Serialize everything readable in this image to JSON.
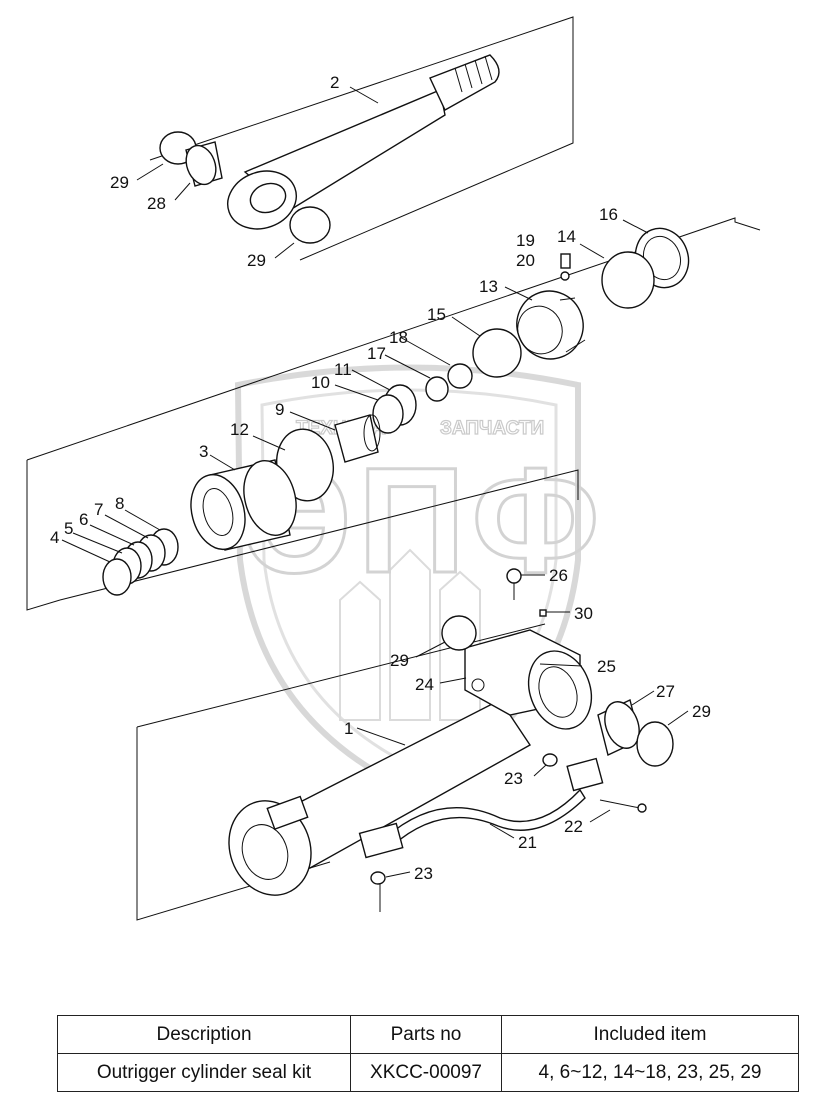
{
  "watermark": {
    "logo_text": "ЭПФ",
    "left_text": "ТЕХНИКА",
    "right_text": "ЗАПЧАСТИ"
  },
  "callouts": [
    "2",
    "29",
    "28",
    "29",
    "16",
    "19",
    "14",
    "20",
    "13",
    "15",
    "18",
    "17",
    "11",
    "10",
    "9",
    "12",
    "3",
    "8",
    "7",
    "6",
    "5",
    "4",
    "26",
    "30",
    "29",
    "25",
    "24",
    "27",
    "29",
    "1",
    "23",
    "22",
    "21",
    "23"
  ],
  "table": {
    "headers": [
      "Description",
      "Parts no",
      "Included item"
    ],
    "rows": [
      [
        "Outrigger cylinder seal kit",
        "XKCC-00097",
        "4, 6~12, 14~18, 23, 25, 29"
      ]
    ]
  }
}
